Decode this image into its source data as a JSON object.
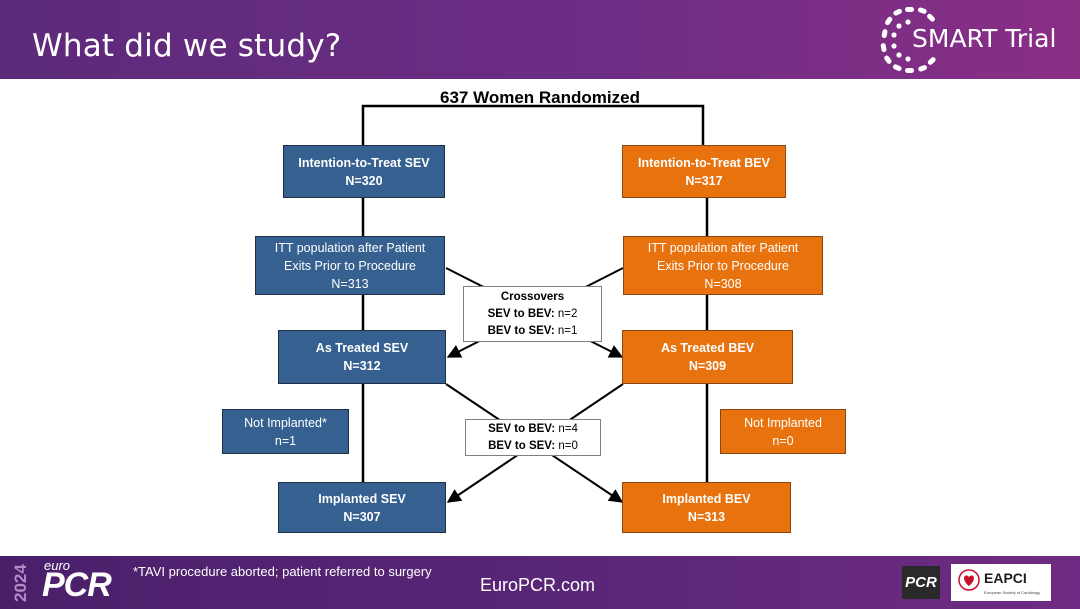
{
  "header": {
    "title": "What did we study?",
    "brand": "SMART Trial"
  },
  "diagram": {
    "title": "637 Women Randomized",
    "sev": {
      "itt": {
        "label": "Intention-to-Treat SEV",
        "n": "N=320"
      },
      "exits": {
        "line1": "ITT population after Patient",
        "line2": "Exits Prior to Procedure",
        "n": "N=313"
      },
      "treated": {
        "label": "As Treated SEV",
        "n": "N=312"
      },
      "not_implanted": {
        "label": "Not Implanted*",
        "n": "n=1"
      },
      "implanted": {
        "label": "Implanted SEV",
        "n": "N=307"
      }
    },
    "bev": {
      "itt": {
        "label": "Intention-to-Treat BEV",
        "n": "N=317"
      },
      "exits": {
        "line1": "ITT population after Patient",
        "line2": "Exits Prior to Procedure",
        "n": "N=308"
      },
      "treated": {
        "label": "As Treated BEV",
        "n": "N=309"
      },
      "not_implanted": {
        "label": "Not Implanted",
        "n": "n=0"
      },
      "implanted": {
        "label": "Implanted BEV",
        "n": "N=313"
      }
    },
    "crossovers1": {
      "title": "Crossovers",
      "a_label": "SEV to BEV:",
      "a_value": "n=2",
      "b_label": "BEV to SEV:",
      "b_value": "n=1"
    },
    "crossovers2": {
      "a_label": "SEV to BEV:",
      "a_value": "n=4",
      "b_label": "BEV to SEV:",
      "b_value": "n=0"
    }
  },
  "footer": {
    "year": "2024",
    "euro": "euro",
    "pcr": "PCR",
    "footnote": "*TAVI procedure aborted; patient referred to surgery",
    "site": "EuroPCR.com",
    "badge_pcr": "PCR",
    "badge_eapci": "EAPCI",
    "badge_eapci_sub": "European Society of Cardiology"
  },
  "colors": {
    "sev": "#35608f",
    "bev": "#e8730e",
    "header": "#6c2d84"
  }
}
